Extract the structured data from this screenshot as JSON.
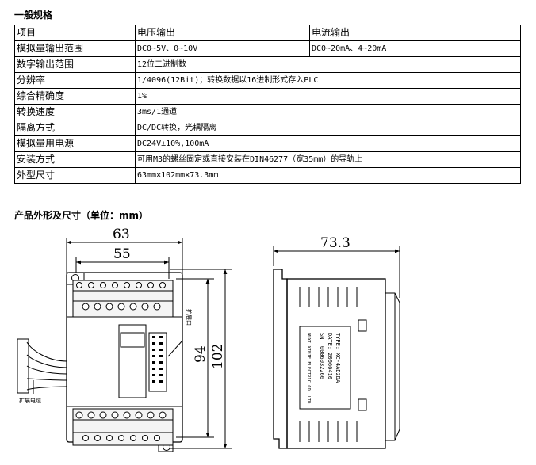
{
  "spec_section": {
    "title": "一般规格",
    "header": {
      "item": "项目",
      "voltage": "电压输出",
      "current": "电流输出"
    },
    "rows": [
      {
        "label": "模拟量输出范围",
        "voltage": "DC0~5V、0~10V",
        "current": "DC0~20mA、4~20mA"
      },
      {
        "label": "数字输出范围",
        "value": "12位二进制数"
      },
      {
        "label": "分辨率",
        "value": "1/4096(12Bit)；转换数据以16进制形式存入PLC"
      },
      {
        "label": "综合精确度",
        "value": "1%"
      },
      {
        "label": "转换速度",
        "value": "3ms/1通道"
      },
      {
        "label": "隔离方式",
        "value": "DC/DC转换，光耦隔离"
      },
      {
        "label": "模拟量用电源",
        "value": "DC24V±10%,100mA"
      },
      {
        "label": "安装方式",
        "value": "可用M3的螺丝固定或直接安装在DIN46277（宽35mm）的导轨上"
      },
      {
        "label": "外型尺寸",
        "value": "63mm×102mm×73.3mm"
      }
    ]
  },
  "dimension_section": {
    "title": "产品外形及尺寸（单位：mm）",
    "dims": {
      "width_total": "63",
      "width_inner": "55",
      "height_inner": "94",
      "height_total": "102",
      "depth": "73.3"
    },
    "labels": {
      "expansion_cable": "扩展电缆",
      "expansion_port": "扩展口"
    },
    "module_label": {
      "type": "TYPE: XC-4AD2DA",
      "date": "DATE: 20060410",
      "sn": "SN: 0006032266",
      "maker": "WUXI XINJE ELECTRIC CO.,LTD."
    }
  }
}
